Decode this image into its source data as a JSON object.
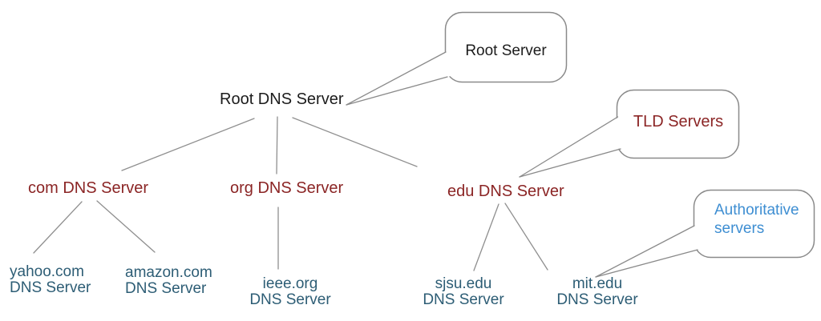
{
  "nodes": {
    "root": {
      "label": "Root DNS Server"
    },
    "com": {
      "label": "com DNS Server"
    },
    "org": {
      "label": "org DNS Server"
    },
    "edu": {
      "label": "edu DNS Server"
    },
    "yahoo": {
      "line1": "yahoo.com",
      "line2": "DNS Server"
    },
    "amazon": {
      "line1": "amazon.com",
      "line2": "DNS Server"
    },
    "ieee": {
      "line1": "ieee.org",
      "line2": "DNS Server"
    },
    "sjsu": {
      "line1": "sjsu.edu",
      "line2": "DNS Server"
    },
    "mit": {
      "line1": "mit.edu",
      "line2": "DNS Server"
    }
  },
  "callouts": {
    "root_server": {
      "label": "Root Server"
    },
    "tld_servers": {
      "label": "TLD Servers"
    },
    "authoritative": {
      "line1": "Authoritative",
      "line2": "servers"
    }
  },
  "colors": {
    "maroon_text": "#8b2525",
    "leaf_text": "#2d5d75",
    "callout_blue_text": "#3e8ed2",
    "black_text": "#1c1c1c",
    "line": "#8f8f8f",
    "bubble_border": "#8a8a8a",
    "background": "#ffffff"
  }
}
